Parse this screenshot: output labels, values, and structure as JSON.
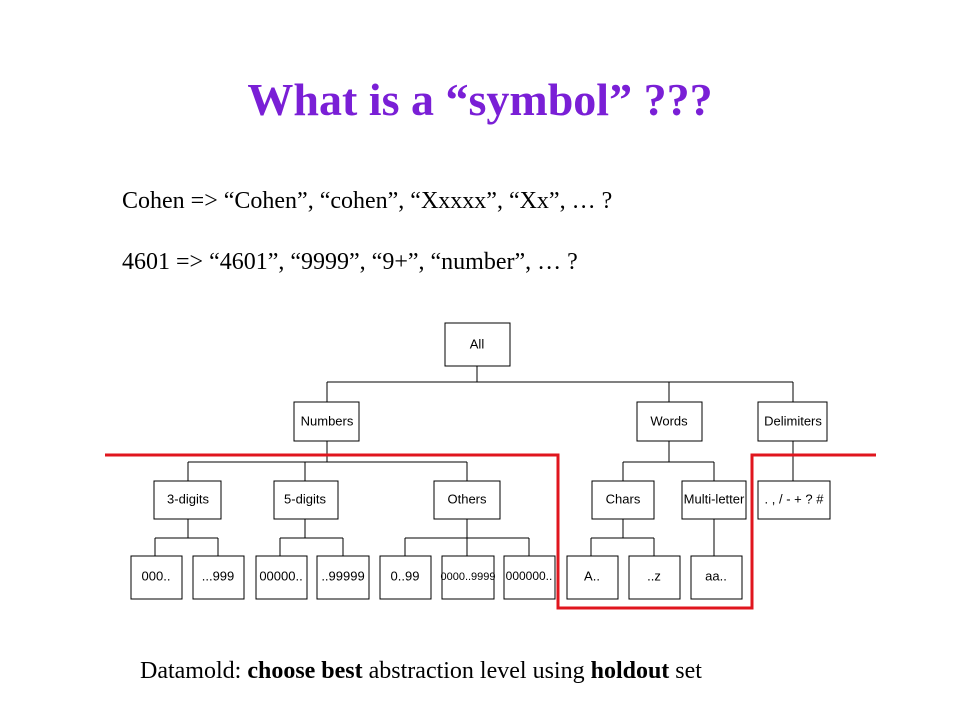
{
  "title": "What is a “symbol” ???",
  "lines": [
    "Cohen => “Cohen”, “cohen”, “Xxxxx”, “Xx”, … ?",
    "4601 => “4601”, “9999”, “9+”, “number”, … ?"
  ],
  "footer": {
    "prefix": "Datamold: ",
    "bold1": "choose best",
    "middle": " abstraction level using ",
    "bold2": "holdout",
    "suffix": " set"
  },
  "tree": {
    "root": "All",
    "level1": [
      "Numbers",
      "Words",
      "Delimiters"
    ],
    "level2": [
      "3-digits",
      "5-digits",
      "Others",
      "Chars",
      "Multi-letter",
      ". , / - + ? #"
    ],
    "level3": [
      "000..",
      "...999",
      "00000..",
      "..99999",
      "0..99",
      "0000..9999",
      "000000..",
      "A..",
      "..z",
      "aa.."
    ]
  },
  "colors": {
    "title": "#7a1fd6",
    "cut_line": "#e0161e"
  }
}
